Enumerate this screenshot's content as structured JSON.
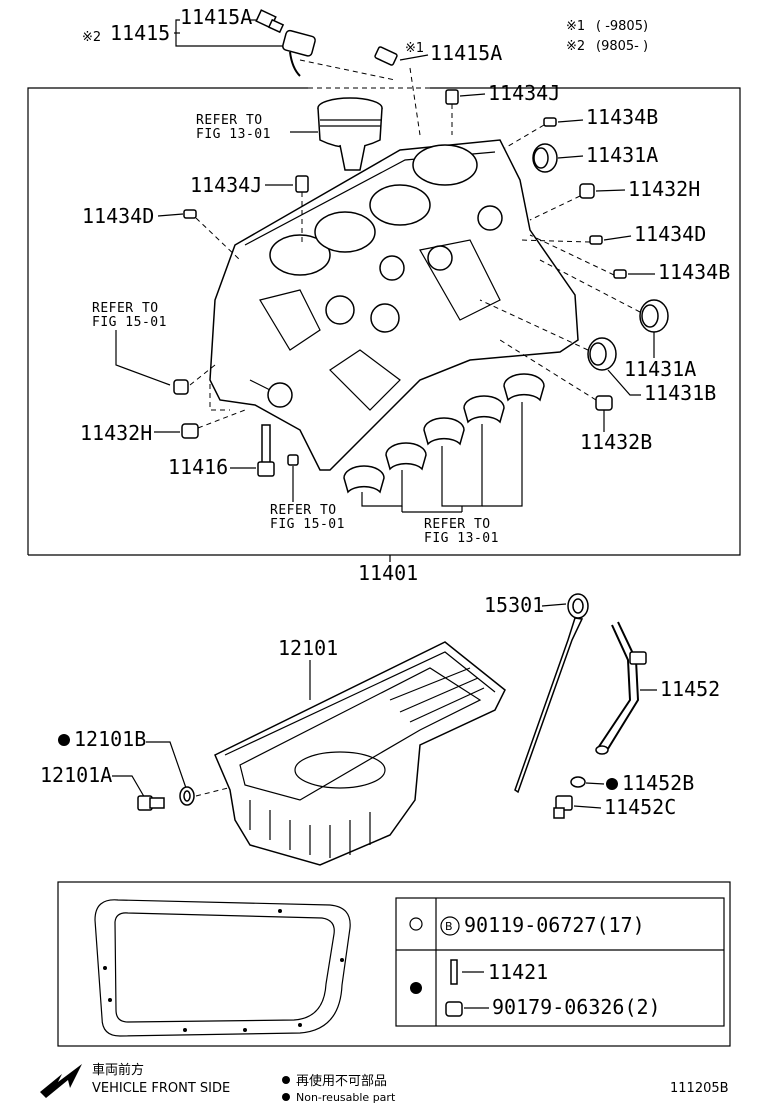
{
  "notes": {
    "n1_mark": "※1",
    "n1_text": "(    -9805)",
    "n2_mark": "※2",
    "n2_text": "(9805-    )"
  },
  "labels": {
    "p11415_mark": "※2",
    "p11415": "11415",
    "p11415A_top": "11415A",
    "p11415A_mark": "※1",
    "p11415A": "11415A",
    "p11434J_a": "11434J",
    "p11434B_a": "11434B",
    "p11431A_a": "11431A",
    "p11434J_b": "11434J",
    "p11432H_a": "11432H",
    "p11434D_a": "11434D",
    "p11434D_b": "11434D",
    "p11434B_b": "11434B",
    "p11431A_b": "11431A",
    "p11431B": "11431B",
    "p11432H_b": "11432H",
    "p11432B": "11432B",
    "p11416": "11416",
    "p11401": "11401",
    "p15301": "15301",
    "p12101": "12101",
    "p11452": "11452",
    "p12101B": "12101B",
    "p12101A": "12101A",
    "p11452B": "11452B",
    "p11452C": "11452C",
    "p90119": "90119-06727(17)",
    "p11421": "11421",
    "p90179": "90179-06326(2)"
  },
  "refs": {
    "fig13_a1": "REFER TO",
    "fig13_a2": "FIG 13-01",
    "fig15_a1": "REFER TO",
    "fig15_a2": "FIG 15-01",
    "fig15_b1": "REFER TO",
    "fig15_b2": "FIG 15-01",
    "fig13_b1": "REFER TO",
    "fig13_b2": "FIG 13-01"
  },
  "legend": {
    "front_jp": "車両前方",
    "front_en": "VEHICLE FRONT SIDE",
    "nonreuse_jp": "再使用不可部品",
    "nonreuse_en": "Non-reusable part",
    "figure_code": "111205B",
    "bullet_mark": "●",
    "b_mark": "B"
  }
}
